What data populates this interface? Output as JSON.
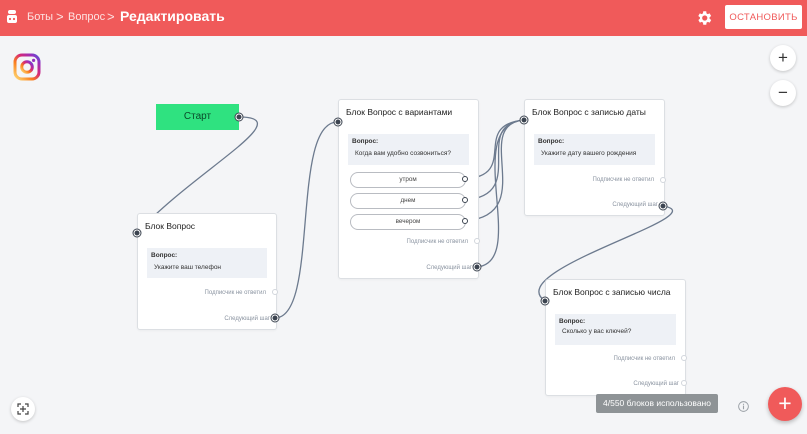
{
  "topbar": {
    "breadcrumb": [
      "Боты",
      "Вопрос"
    ],
    "separator": ">",
    "current": "Редактировать",
    "stop_button": "ОСТАНОВИТЬ",
    "color": "#f05a5a"
  },
  "zoom": {
    "in": "+",
    "out": "−"
  },
  "start": {
    "label": "Старт",
    "color": "#2fe280"
  },
  "blocks": {
    "question": {
      "title": "Блок Вопрос",
      "q_label": "Вопрос:",
      "q_text": "Укажите ваш телефон",
      "no_answer": "Подписчик не ответил",
      "next": "Следующий шаг"
    },
    "choice": {
      "title": "Блок Вопрос с вариантами",
      "q_label": "Вопрос:",
      "q_text": "Когда вам удобно созвониться?",
      "options": [
        "утром",
        "днем",
        "вечером"
      ],
      "no_answer": "Подписчик не ответил",
      "next": "Следующий шаг"
    },
    "date": {
      "title": "Блок Вопрос с записью даты",
      "q_label": "Вопрос:",
      "q_text": "Укажите дату вашего рождения",
      "no_answer": "Подписчик не ответил",
      "next": "Следующий шаг"
    },
    "number": {
      "title": "Блок Вопрос с записью числа",
      "q_label": "Вопрос:",
      "q_text": "Сколько у вас ключей?",
      "no_answer": "Подписчик не ответил",
      "next": "Следующий шаг"
    }
  },
  "usage": "4/550 блоков использовано",
  "fab": "+",
  "icons": [
    "bot-icon",
    "gear-icon",
    "instagram-icon",
    "info-icon",
    "fit-screen-icon",
    "plus-icon"
  ]
}
